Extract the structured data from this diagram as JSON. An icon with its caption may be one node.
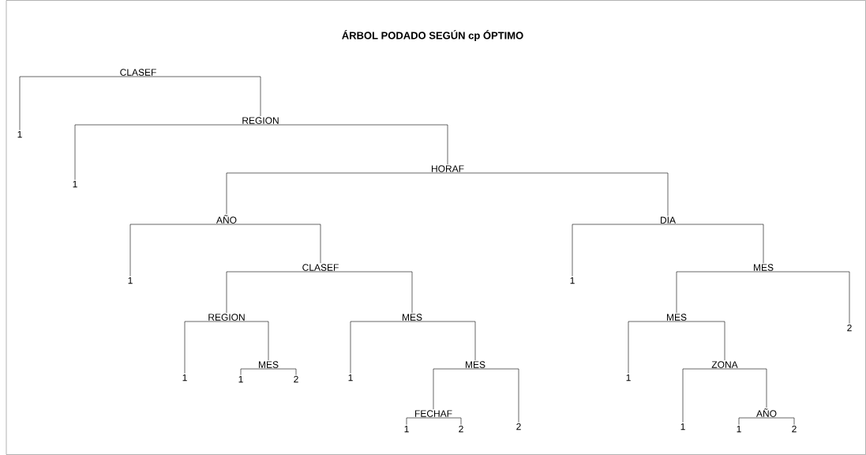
{
  "diagram": {
    "title": "ÁRBOL PODADO SEGÚN cp ÓPTIMO",
    "nodes": [
      {
        "text": [
          "CLASEF"
        ]
      },
      {
        "text": [
          "1"
        ]
      },
      {
        "text": [
          "REGION"
        ]
      },
      {
        "text": [
          "1"
        ]
      },
      {
        "text": [
          "HORAF"
        ]
      },
      {
        "text": [
          "AÑO"
        ]
      },
      {
        "text": [
          "DIA"
        ]
      },
      {
        "text": [
          "CLASEF"
        ]
      },
      {
        "text": [
          "MES"
        ]
      },
      {
        "text": [
          "1"
        ]
      },
      {
        "text": [
          "1"
        ]
      },
      {
        "text": [
          "REGION"
        ]
      },
      {
        "text": [
          "MES"
        ]
      },
      {
        "text": [
          "MES"
        ]
      },
      {
        "text": [
          "2"
        ]
      },
      {
        "text": [
          "MES"
        ]
      },
      {
        "text": [
          "MES"
        ]
      },
      {
        "text": [
          "ZONA"
        ]
      },
      {
        "text": [
          "1"
        ]
      },
      {
        "text": [
          "1"
        ]
      },
      {
        "text": [
          "1"
        ]
      },
      {
        "text": [
          "1"
        ]
      },
      {
        "text": [
          "2"
        ]
      },
      {
        "text": [
          "FECHAF"
        ]
      },
      {
        "text": [
          "AÑO"
        ]
      },
      {
        "text": [
          "1"
        ]
      },
      {
        "text": [
          "2"
        ]
      },
      {
        "text": [
          "2"
        ]
      },
      {
        "text": [
          "1"
        ]
      },
      {
        "text": [
          "1"
        ]
      },
      {
        "text": [
          "2"
        ]
      }
    ],
    "edges": [
      {
        "from": 0,
        "to": 1,
        "arrow": "none"
      },
      {
        "from": 0,
        "to": 2,
        "arrow": "none"
      },
      {
        "from": 2,
        "to": 3,
        "arrow": "none"
      },
      {
        "from": 2,
        "to": 4,
        "arrow": "none"
      },
      {
        "from": 4,
        "to": 5,
        "arrow": "none"
      },
      {
        "from": 4,
        "to": 6,
        "arrow": "none"
      },
      {
        "from": 5,
        "to": 9,
        "arrow": "none"
      },
      {
        "from": 5,
        "to": 7,
        "arrow": "none"
      },
      {
        "from": 7,
        "to": 11,
        "arrow": "none"
      },
      {
        "from": 7,
        "to": 12,
        "arrow": "none"
      },
      {
        "from": 11,
        "to": 18,
        "arrow": "none"
      },
      {
        "from": 11,
        "to": 15,
        "arrow": "none"
      },
      {
        "from": 15,
        "to": 21,
        "arrow": "none"
      },
      {
        "from": 15,
        "to": 22,
        "arrow": "none"
      },
      {
        "from": 12,
        "to": 19,
        "arrow": "none"
      },
      {
        "from": 12,
        "to": 16,
        "arrow": "none"
      },
      {
        "from": 16,
        "to": 23,
        "arrow": "none"
      },
      {
        "from": 16,
        "to": 27,
        "arrow": "none"
      },
      {
        "from": 23,
        "to": 25,
        "arrow": "none"
      },
      {
        "from": 23,
        "to": 26,
        "arrow": "none"
      },
      {
        "from": 6,
        "to": 10,
        "arrow": "none"
      },
      {
        "from": 6,
        "to": 8,
        "arrow": "none"
      },
      {
        "from": 8,
        "to": 13,
        "arrow": "none"
      },
      {
        "from": 8,
        "to": 14,
        "arrow": "none"
      },
      {
        "from": 13,
        "to": 20,
        "arrow": "none"
      },
      {
        "from": 13,
        "to": 17,
        "arrow": "none"
      },
      {
        "from": 17,
        "to": 28,
        "arrow": "none"
      },
      {
        "from": 17,
        "to": 24,
        "arrow": "none"
      },
      {
        "from": 24,
        "to": 29,
        "arrow": "none"
      },
      {
        "from": 24,
        "to": 30,
        "arrow": "none"
      }
    ]
  }
}
